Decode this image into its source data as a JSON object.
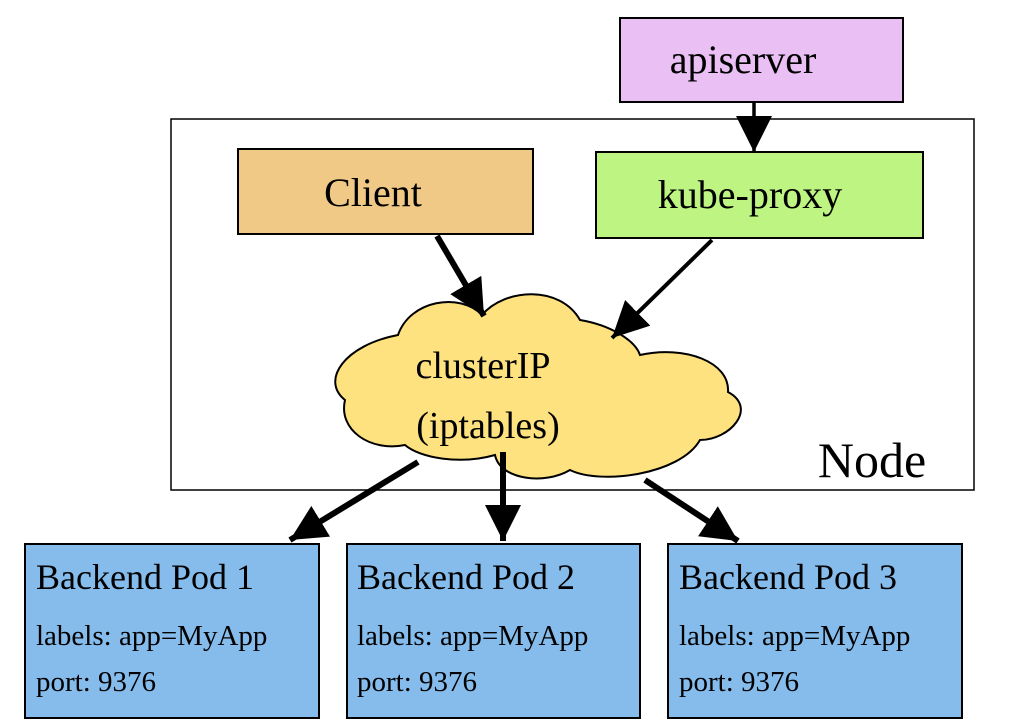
{
  "components": {
    "apiserver": {
      "label": "apiserver",
      "fill": "#eac0f4"
    },
    "client": {
      "label": "Client",
      "fill": "#f0c987"
    },
    "kube_proxy": {
      "label": "kube-proxy",
      "fill": "#bdf482"
    },
    "cluster_ip": {
      "line1": "clusterIP",
      "line2": "(iptables)",
      "fill": "#fde27f"
    }
  },
  "node": {
    "label": "Node"
  },
  "pods": [
    {
      "title": "Backend Pod 1",
      "labels": "labels: app=MyApp",
      "port": "port: 9376"
    },
    {
      "title": "Backend Pod 2",
      "labels": "labels: app=MyApp",
      "port": "port: 9376"
    },
    {
      "title": "Backend Pod 3",
      "labels": "labels: app=MyApp",
      "port": "port: 9376"
    }
  ],
  "colors": {
    "pod_fill": "#86bcec",
    "stroke": "#000000"
  }
}
